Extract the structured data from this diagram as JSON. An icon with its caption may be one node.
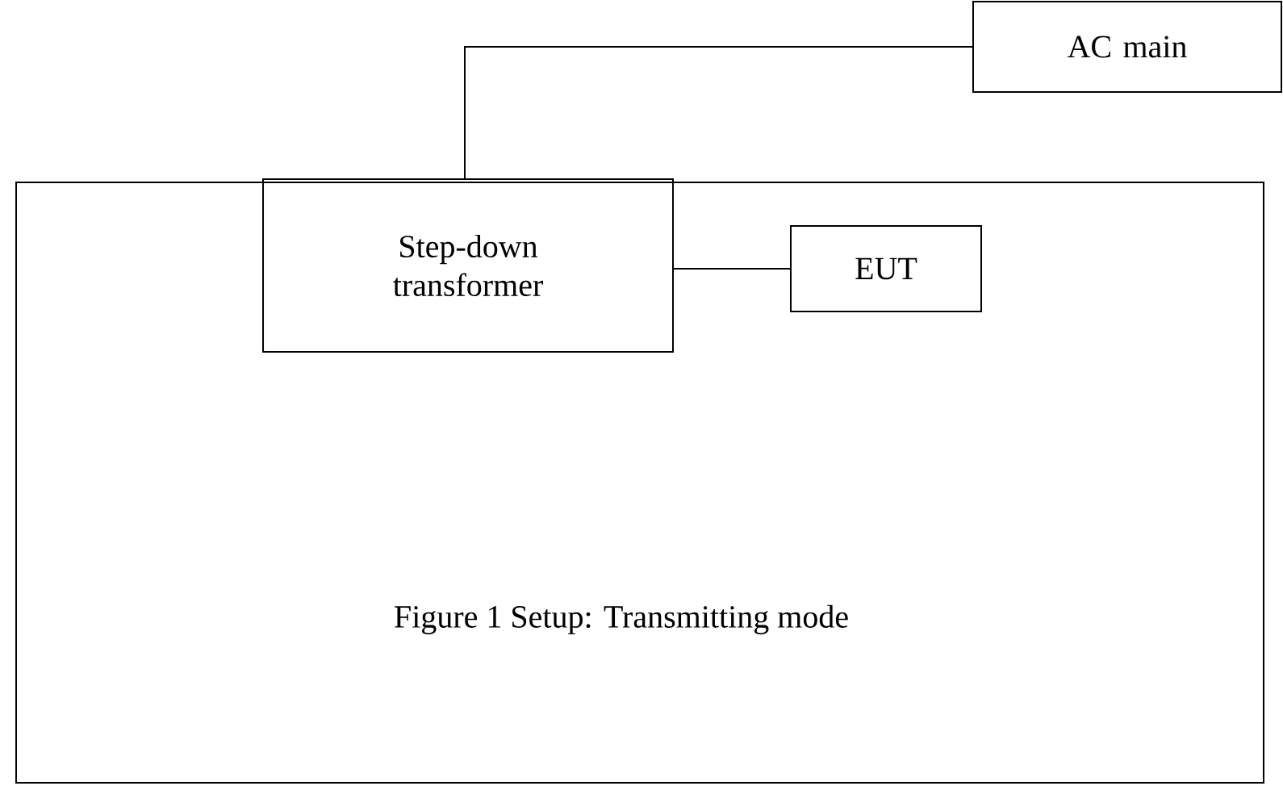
{
  "diagram": {
    "nodes": [
      {
        "text": [
          "Figure 1 Setup: Transmitting mode"
        ]
      },
      {
        "text": [
          "AC main"
        ]
      },
      {
        "text": [
          "Step-down transformer"
        ],
        "in": 0
      },
      {
        "text": [
          "EUT"
        ],
        "in": 0
      }
    ],
    "edges": [
      {
        "from": 1,
        "to": 2,
        "arrow": "none"
      },
      {
        "from": 2,
        "to": 3,
        "arrow": "none"
      }
    ]
  }
}
